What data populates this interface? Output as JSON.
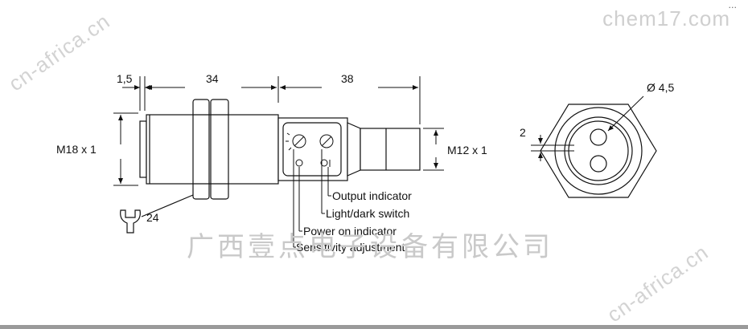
{
  "watermarks": {
    "site": "chem17.com",
    "cn_africa": "cn-africa.cn",
    "company": "广西壹点电子设备有限公司",
    "corner": "..."
  },
  "dimensions": {
    "d1": "1,5",
    "d2": "34",
    "d3": "38",
    "thread_main": "M18 x 1",
    "thread_tail": "M12 x 1",
    "wrench": "24",
    "hole_diameter": "Ø 4,5",
    "offset": "2"
  },
  "callouts": {
    "output_indicator": "Output indicator",
    "light_dark_switch": "Light/dark switch",
    "power_on_indicator": "Power on indicator",
    "sensitivity_adjustment": "Sensitivity adjustment"
  }
}
